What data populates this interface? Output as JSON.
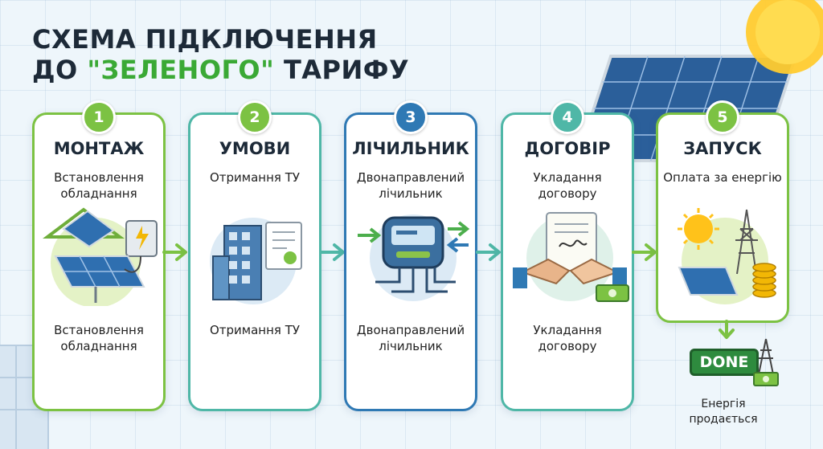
{
  "title": {
    "line1": "СХЕМА ПІДКЛЮЧЕННЯ",
    "line2_prefix": "ДО ",
    "line2_highlight": "\"ЗЕЛЕНОГО\"",
    "line2_suffix": " ТАРИФУ"
  },
  "colors": {
    "green": "#7cc243",
    "teal": "#4fb7a7",
    "blue": "#2f79b4",
    "highlight": "#3aa935",
    "done": "#2e8b3e"
  },
  "steps": [
    {
      "number": "1",
      "title": "МОНТАЖ",
      "subtitle": "Встановлення обладнання",
      "bottom": "Встановлення обладнання",
      "icon": "solar-panel-inverter-icon"
    },
    {
      "number": "2",
      "title": "УМОВИ",
      "subtitle": "Отримання ТУ",
      "bottom": "Отримання ТУ",
      "icon": "building-document-icon"
    },
    {
      "number": "3",
      "title": "ЛІЧИЛЬНИК",
      "subtitle": "Двонаправлений лічильник",
      "bottom": "Двонаправлений лічильник",
      "icon": "bidirectional-meter-icon"
    },
    {
      "number": "4",
      "title": "ДОГОВІР",
      "subtitle": "Укладання договору",
      "bottom": "Укладання договору",
      "icon": "handshake-contract-icon"
    },
    {
      "number": "5",
      "title": "ЗАПУСК",
      "subtitle": "Оплата за енергію",
      "icon": "sun-tower-coins-icon"
    }
  ],
  "done": {
    "label": "DONE",
    "text": "Енергія продається"
  }
}
